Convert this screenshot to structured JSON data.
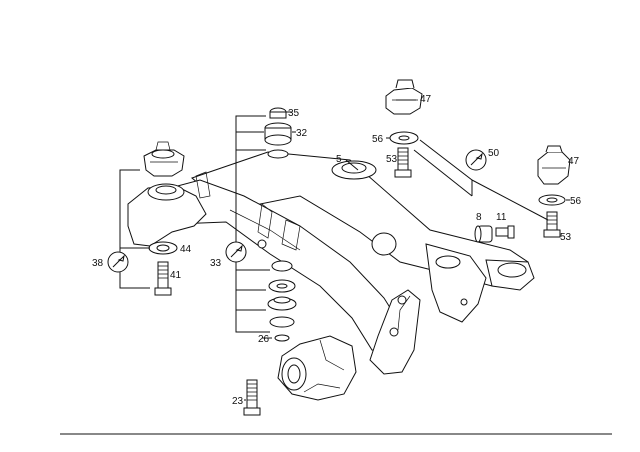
{
  "callouts": {
    "c5": "5",
    "c8": "8",
    "c11": "11",
    "c23": "23",
    "c26": "26",
    "c32": "32",
    "c33": "33",
    "c35": "35",
    "c38": "38",
    "c41": "41",
    "c44": "44",
    "c47a": "47",
    "c47b": "47",
    "c50": "50",
    "c53a": "53",
    "c53b": "53",
    "c56a": "56",
    "c56b": "56"
  },
  "icons": {
    "torque": "wrench-in-circle-icon"
  }
}
